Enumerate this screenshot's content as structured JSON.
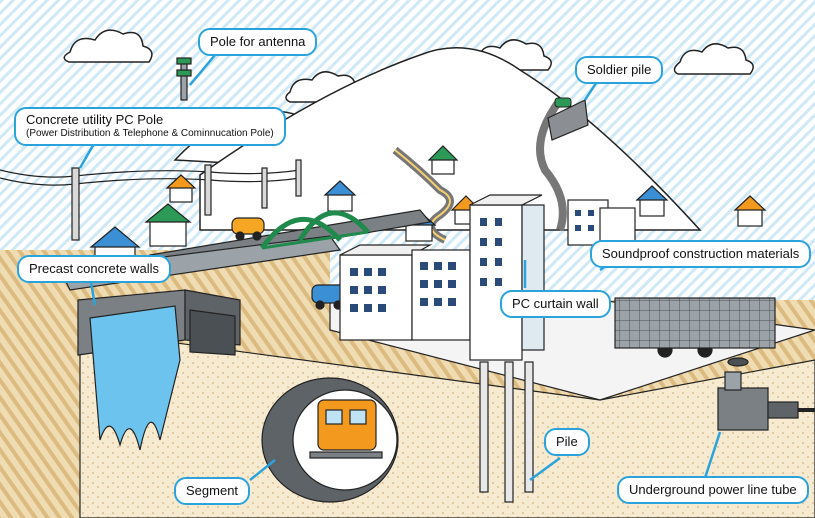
{
  "labels": {
    "pole_for_antenna": "Pole for antenna",
    "concrete_pole_title": "Concrete utility PC Pole",
    "concrete_pole_sub": "(Power Distribution & Telephone & Cominnucation Pole)",
    "soldier_pile": "Soldier pile",
    "precast_walls": "Precast concrete walls",
    "soundproof": "Soundproof construction materials",
    "pc_curtain_wall": "PC curtain wall",
    "pile": "Pile",
    "segment": "Segment",
    "underground_tube": "Underground power line tube"
  },
  "colors": {
    "callout_border": "#2aa3dd",
    "sky_hatch": "#bfe3f5",
    "ground_tan": "#e8cf9e",
    "ground_stripe": "#d9b77a",
    "water": "#6cc4ee",
    "bridge_green": "#1f8a4c",
    "train_orange": "#f39a1e",
    "car_orange": "#f5a623",
    "car_blue": "#3b8fd4"
  }
}
